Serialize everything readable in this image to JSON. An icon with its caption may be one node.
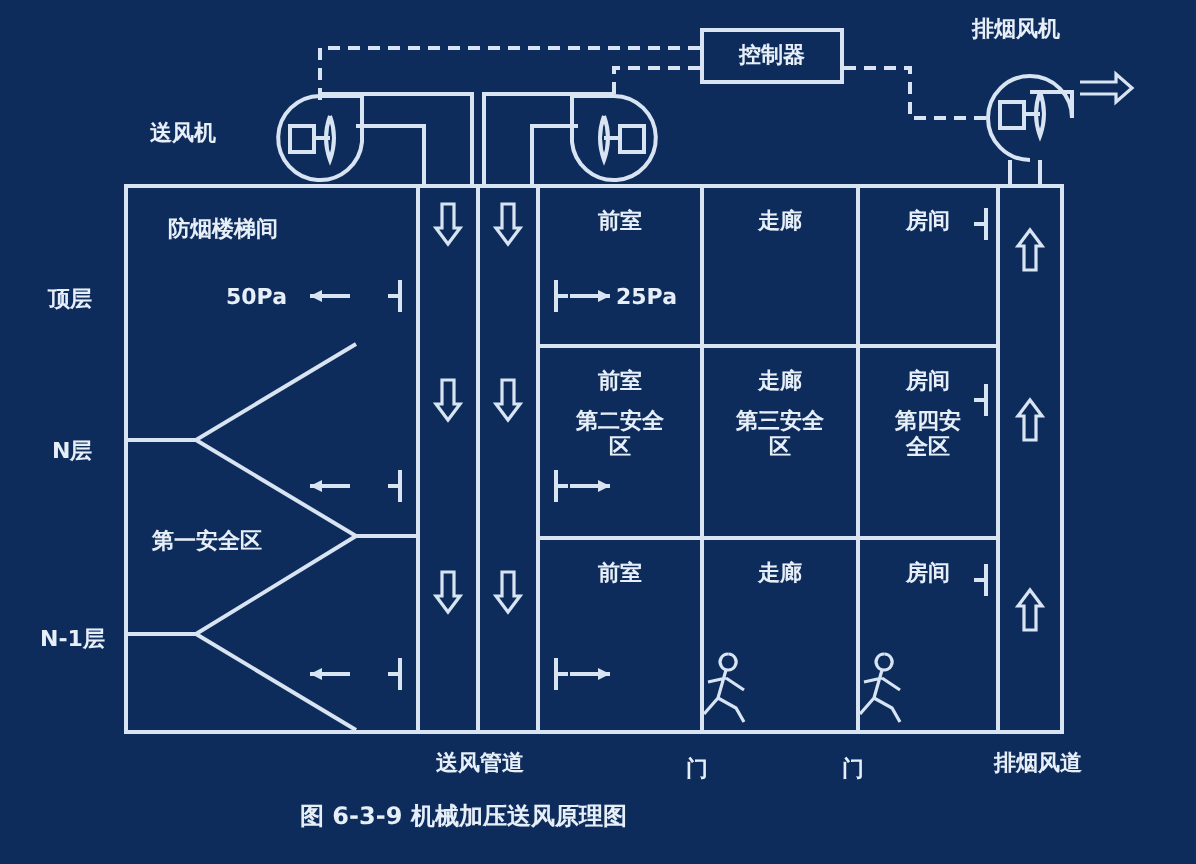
{
  "diagram": {
    "caption": "图 6-3-9 机械加压送风原理图",
    "nodes": [
      {
        "text": [
          "控制器"
        ]
      },
      {
        "text": [
          "送风机"
        ]
      },
      {
        "text": [],
        "shape": "fan"
      },
      {
        "text": [
          "排烟风机"
        ]
      },
      {
        "text": [
          "防烟楼梯间",
          "第一安全区"
        ]
      },
      {
        "text": [
          "送风管道"
        ]
      },
      {
        "text": [
          "前室"
        ]
      },
      {
        "text": [
          "走廊"
        ]
      },
      {
        "text": [
          "房间"
        ]
      },
      {
        "text": [
          "前室",
          "第二安全区"
        ]
      },
      {
        "text": [
          "走廊",
          "第三安全区"
        ]
      },
      {
        "text": [
          "房间",
          "第四安全区"
        ]
      },
      {
        "text": [
          "前室"
        ]
      },
      {
        "text": [
          "走廊"
        ]
      },
      {
        "text": [
          "房间"
        ]
      },
      {
        "text": [
          "排烟风道"
        ]
      }
    ],
    "edges": [
      {
        "from": 0,
        "to": 1,
        "arrow": "none",
        "style": "dashed"
      },
      {
        "from": 0,
        "to": 2,
        "arrow": "none",
        "style": "dashed"
      },
      {
        "from": 0,
        "to": 3,
        "arrow": "none",
        "style": "dashed"
      }
    ],
    "labels": [
      "顶层",
      "50Pa",
      "25Pa",
      "N层",
      "N-1层",
      "门",
      "门"
    ]
  }
}
